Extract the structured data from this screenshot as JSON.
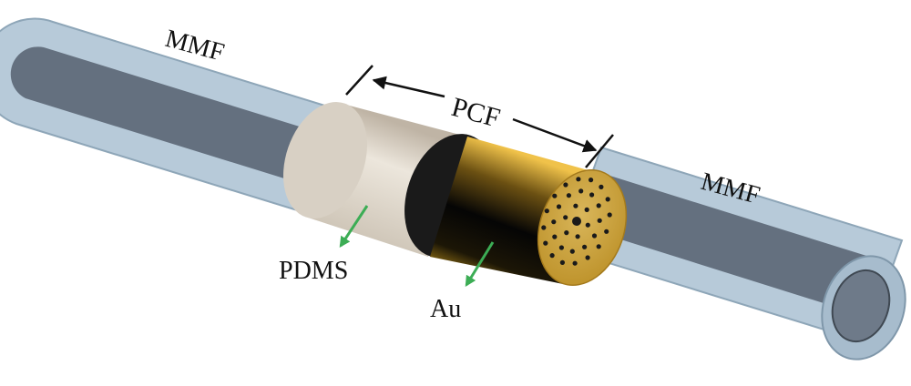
{
  "labels": {
    "mmf_left": "MMF",
    "mmf_right": "MMF",
    "pcf": "PCF",
    "pdms": "PDMS",
    "au": "Au"
  },
  "colors": {
    "cladding": "#aac3d6",
    "core": "#5b6674",
    "pdms": "#d9d0c2",
    "gold": "#c79722",
    "arrow": "#3cad55"
  }
}
